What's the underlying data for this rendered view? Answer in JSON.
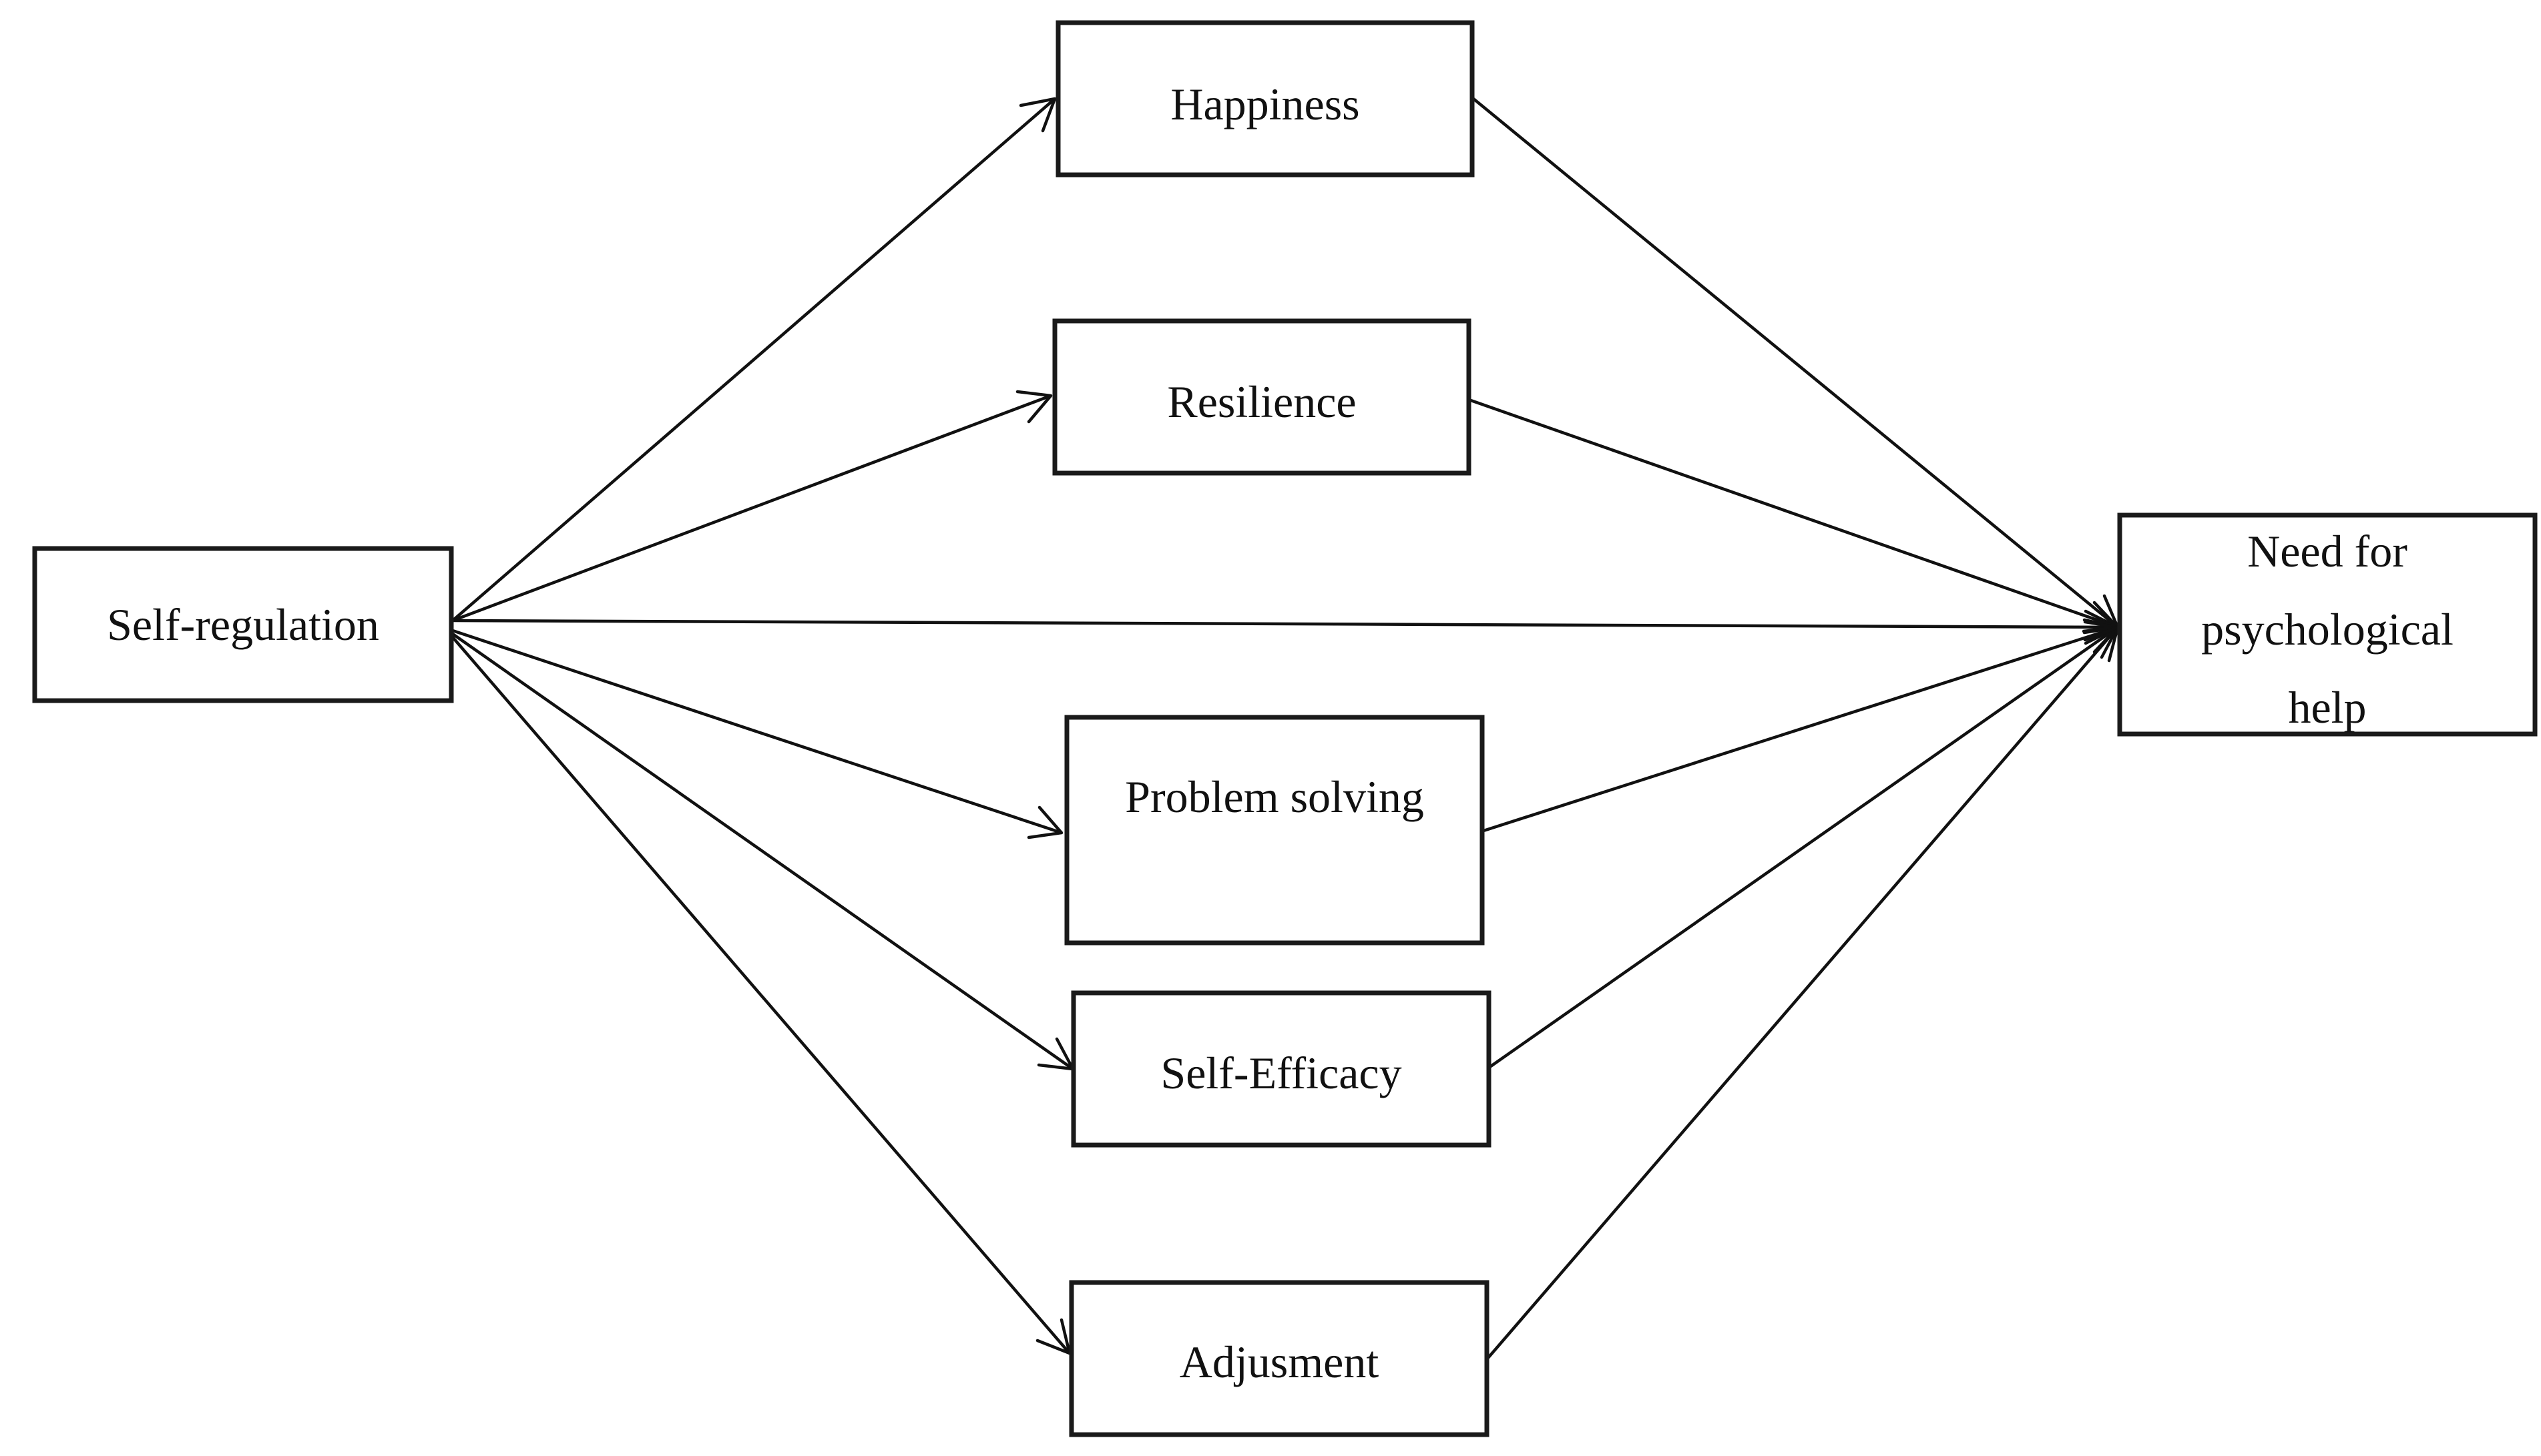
{
  "nodes": {
    "self_regulation": {
      "label": "Self-regulation"
    },
    "happiness": {
      "label": "Happiness"
    },
    "resilience": {
      "label": "Resilience"
    },
    "problem_solving": {
      "label": "Problem solving"
    },
    "self_efficacy": {
      "label": "Self-Efficacy"
    },
    "adjustment": {
      "label": "Adjusment"
    },
    "need_help": {
      "lines": [
        "Need for",
        "psychological",
        "help"
      ]
    }
  },
  "edges": [
    {
      "from": "self_regulation",
      "to": "happiness"
    },
    {
      "from": "self_regulation",
      "to": "resilience"
    },
    {
      "from": "self_regulation",
      "to": "need_help"
    },
    {
      "from": "self_regulation",
      "to": "problem_solving"
    },
    {
      "from": "self_regulation",
      "to": "self_efficacy"
    },
    {
      "from": "self_regulation",
      "to": "adjustment"
    },
    {
      "from": "happiness",
      "to": "need_help"
    },
    {
      "from": "resilience",
      "to": "need_help"
    },
    {
      "from": "problem_solving",
      "to": "need_help"
    },
    {
      "from": "self_efficacy",
      "to": "need_help"
    },
    {
      "from": "adjustment",
      "to": "need_help"
    }
  ],
  "colors": {
    "stroke": "#111111",
    "box_fill": "#ffffff",
    "background": "#ffffff"
  }
}
